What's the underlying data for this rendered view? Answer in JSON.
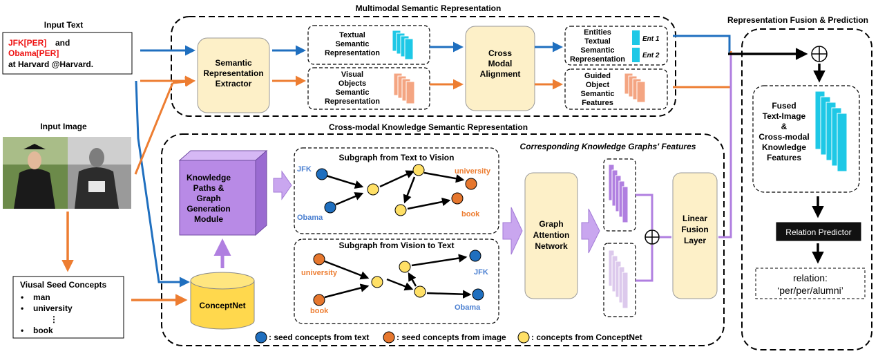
{
  "titles": {
    "input_text": "Input Text",
    "input_image": "Input Image",
    "multimodal": "Multimodal Semantic Representation",
    "crossmodal": "Cross-modal  Knowledge Semantic Representation",
    "fusion": "Representation Fusion & Prediction",
    "kg_features": "Corresponding Knowledge Graphs' Features"
  },
  "input_text": {
    "line1_a": "JFK[PER]",
    "line1_b": "and",
    "line2": "Obama[PER]",
    "line3": "at  Harvard  @Harvard."
  },
  "seed": {
    "title": "Viusal Seed Concepts",
    "items": [
      "man",
      "university",
      "⋮",
      "book"
    ]
  },
  "modules": {
    "extractor": [
      "Semantic",
      "Representation",
      "Extractor"
    ],
    "textual": [
      "Textual",
      "Semantic",
      "Representation"
    ],
    "visual": [
      "Visual",
      "Objects",
      "Semantic",
      "Representation"
    ],
    "cma": [
      "Cross",
      "Modal",
      "Alignment"
    ],
    "entities": [
      "Entities",
      "Textual",
      "Semantic",
      "Representation"
    ],
    "ent1": "Ent 1",
    "ent2": "Ent 2",
    "guided": [
      "Guided",
      "Object",
      "Semantic",
      "Features"
    ],
    "kpgg": [
      "Knowledge",
      "Paths &",
      "Graph",
      "Generation",
      "Module"
    ],
    "conceptnet": "ConceptNet",
    "gat": [
      "Graph",
      "Attention",
      "Network"
    ],
    "lfl": [
      "Linear",
      "Fusion",
      "Layer"
    ],
    "fused": [
      "Fused",
      "Text-Image",
      "&",
      "Cross-modal",
      "Knowledge",
      "Features"
    ],
    "relation_predictor": "Relation Predictor",
    "relation_label": "relation:",
    "relation_value": "‘per/per/alumni’"
  },
  "subgraph1": {
    "title": "Subgraph from Text to Vision",
    "jfk": "JFK",
    "obama": "Obama",
    "university": "university",
    "book": "book"
  },
  "subgraph2": {
    "title": "Subgraph from Vision to Text",
    "university": "university",
    "book": "book",
    "jfk": "JFK",
    "obama": "Obama"
  },
  "legend": {
    "text": ": seed concepts from text",
    "image": ": seed concepts from image",
    "conceptnet": ": concepts from ConceptNet"
  },
  "colors": {
    "blue_arrow": "#1f6fbf",
    "orange_arrow": "#ed7d31",
    "purple": "#b07fe0",
    "module_fill": "#fdf0c8",
    "node_blue": "#1f6fbf",
    "node_orange": "#e6772e",
    "node_yellow": "#ffe066",
    "cyan_bar": "#1ec8e6",
    "salmon_bar": "#f4a582",
    "red_text": "#ee1111"
  }
}
